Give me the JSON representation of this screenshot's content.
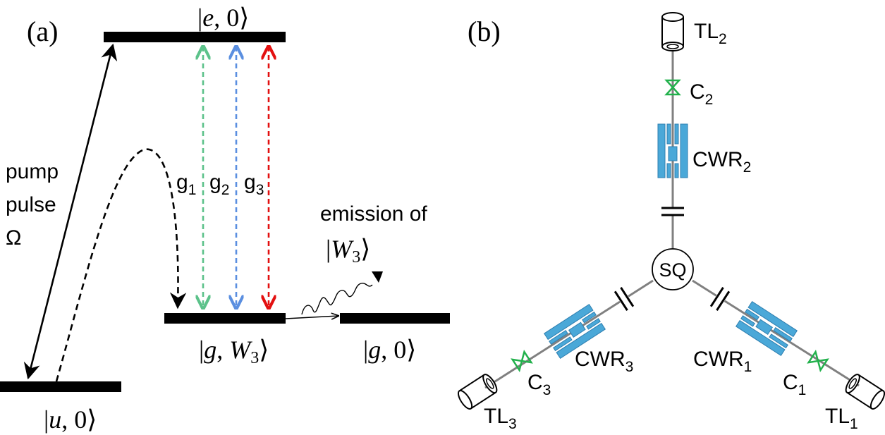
{
  "colors": {
    "ink": "#000000",
    "g1": "#5cc28a",
    "g2": "#5b8fe0",
    "g3": "#e31010",
    "resonator_fill": "#4aa8d8",
    "resonator_stroke": "#2f7fb0",
    "junction": "#22b14c",
    "wire": "#808080"
  },
  "panel_a": {
    "label": "(a)",
    "levels": {
      "e0": {
        "ket_open": "|",
        "state": "e",
        "sep": ", ",
        "occupation": "0",
        "ket_close": "⟩"
      },
      "u0": {
        "ket_open": "|",
        "state": "u",
        "sep": ", ",
        "occupation": "0",
        "ket_close": "⟩"
      },
      "gW3": {
        "ket_open": "|",
        "state": "g",
        "sep": ", ",
        "mode": "W",
        "mode_sub": "3",
        "ket_close": "⟩"
      },
      "g0": {
        "ket_open": "|",
        "state": "g",
        "sep": ", ",
        "occupation": "0",
        "ket_close": "⟩"
      }
    },
    "pump": {
      "line1": "pump",
      "line2": "pulse",
      "line3": "Ω"
    },
    "couplings": [
      {
        "base": "g",
        "sub": "1"
      },
      {
        "base": "g",
        "sub": "2"
      },
      {
        "base": "g",
        "sub": "3"
      }
    ],
    "emission": {
      "text": "emission of",
      "ket_open": "|",
      "mode": "W",
      "mode_sub": "3",
      "ket_close": "⟩"
    }
  },
  "panel_b": {
    "label": "(b)",
    "center": "SQ",
    "transmission_lines": [
      {
        "base": "TL",
        "sub": "1"
      },
      {
        "base": "TL",
        "sub": "2"
      },
      {
        "base": "TL",
        "sub": "3"
      }
    ],
    "resonators": [
      {
        "base": "CWR",
        "sub": "1"
      },
      {
        "base": "CWR",
        "sub": "2"
      },
      {
        "base": "CWR",
        "sub": "3"
      }
    ],
    "couplers": [
      {
        "base": "C",
        "sub": "1"
      },
      {
        "base": "C",
        "sub": "2"
      },
      {
        "base": "C",
        "sub": "3"
      }
    ]
  }
}
